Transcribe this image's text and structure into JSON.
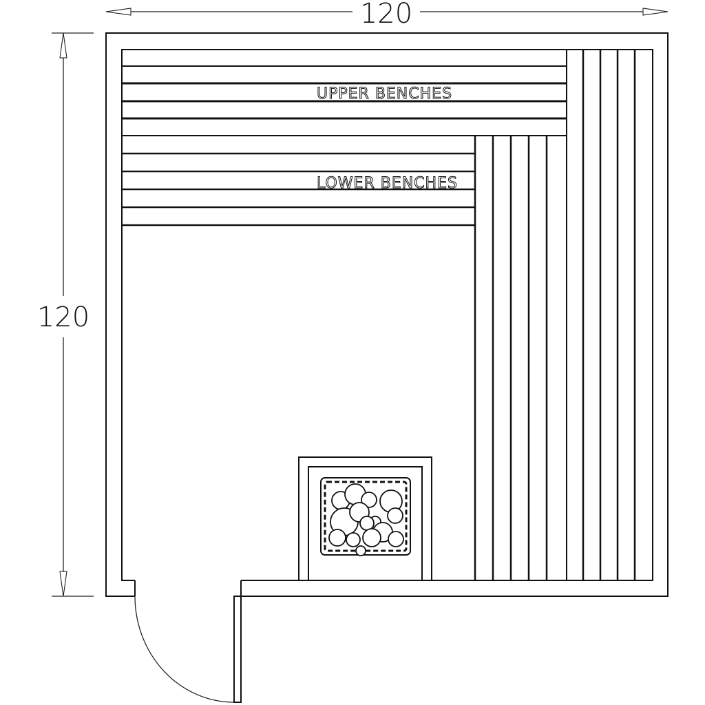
{
  "dimensions": {
    "width_label": "120",
    "depth_label": "120"
  },
  "labels": {
    "upper_benches": "UPPER BENCHES",
    "lower_benches": "LOWER BENCHES"
  },
  "colors": {
    "line": "#111111",
    "background": "#ffffff"
  }
}
